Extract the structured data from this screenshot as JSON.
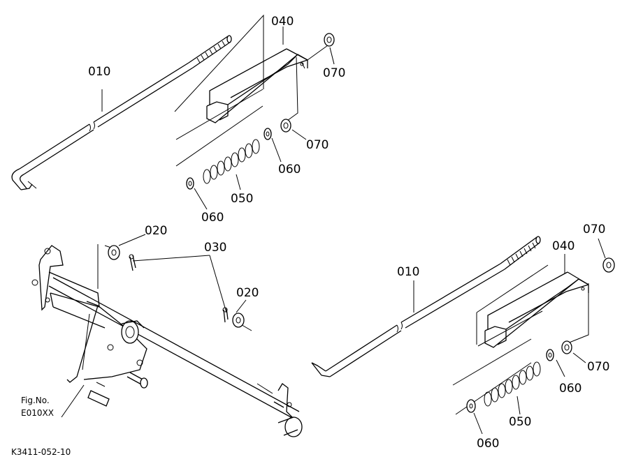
{
  "callouts": {
    "a_010": "010",
    "a_040": "040",
    "a_070_top": "070",
    "a_070_mid": "070",
    "a_060_right": "060",
    "a_050": "050",
    "a_060_left": "060",
    "b_020_top": "020",
    "b_030": "030",
    "b_020_bottom": "020",
    "c_010": "010",
    "c_040": "040",
    "c_070_top": "070",
    "c_070_mid": "070",
    "c_060_right": "060",
    "c_050": "050",
    "c_060_left": "060"
  },
  "fig": {
    "line1": "Fig.No.",
    "line2": "E010XX"
  },
  "doc_code": "K3411-052-10"
}
